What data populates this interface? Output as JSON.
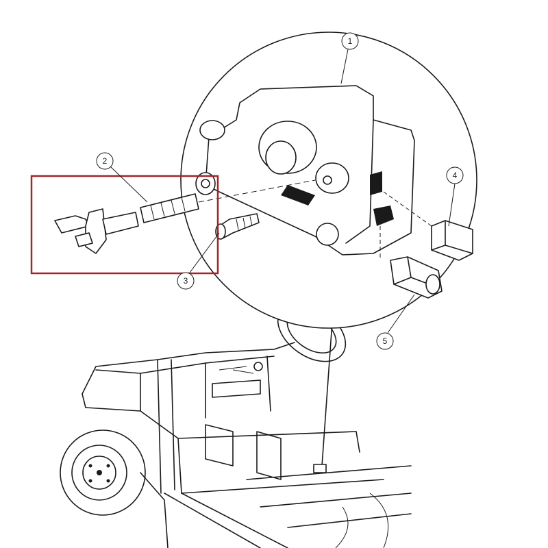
{
  "callouts": [
    {
      "id": "1",
      "part": "module"
    },
    {
      "id": "2",
      "part": "shaft"
    },
    {
      "id": "3",
      "part": "screw"
    },
    {
      "id": "4",
      "part": "connector-small"
    },
    {
      "id": "5",
      "part": "connector-large"
    }
  ],
  "colors": {
    "highlight_box": "#a3242a",
    "line": "#1a1a1a"
  }
}
